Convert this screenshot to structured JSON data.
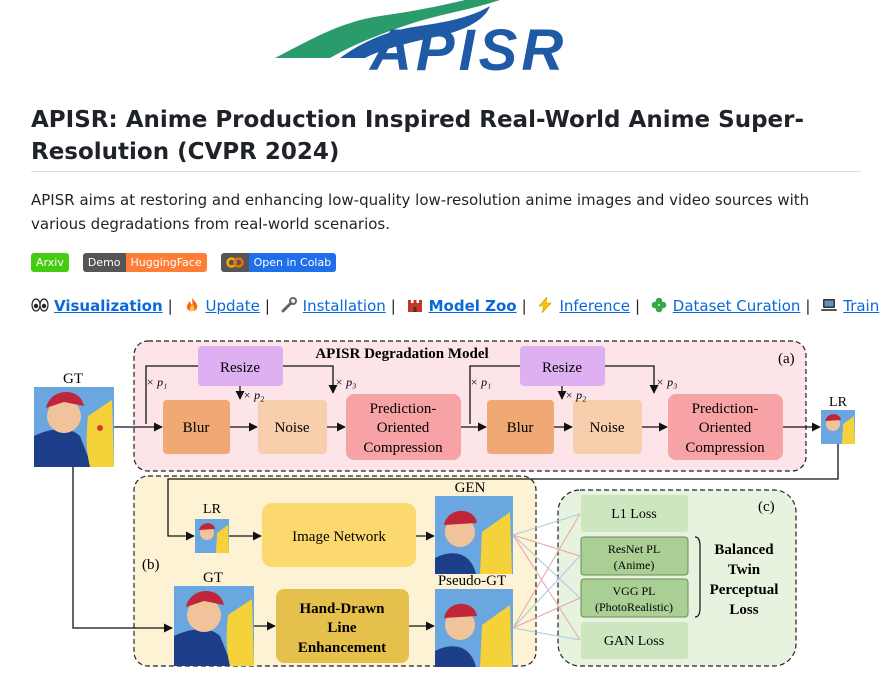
{
  "logo": {
    "text": "APISR"
  },
  "title": "APISR: Anime Production Inspired Real-World Anime Super-Resolution (CVPR 2024)",
  "description": "APISR aims at restoring and enhancing low-quality low-resolution anime images and video sources with various degradations from real-world scenarios.",
  "badges": [
    {
      "label": "Arxiv",
      "color": "#4c1"
    },
    {
      "label": "Demo",
      "value": "HuggingFace",
      "label_color": "#555",
      "value_color": "#fe7d37"
    },
    {
      "label": "Open in Colab",
      "label_color": "#555",
      "value_color": "#1f6feb"
    }
  ],
  "nav": [
    {
      "icon": "eyes-icon",
      "label": "Visualization",
      "bold": true
    },
    {
      "icon": "fire-icon",
      "label": "Update",
      "bold": false
    },
    {
      "icon": "wrench-icon",
      "label": "Installation",
      "bold": false
    },
    {
      "icon": "castle-icon",
      "label": "Model Zoo",
      "bold": true
    },
    {
      "icon": "lightning-icon",
      "label": "Inference",
      "bold": false
    },
    {
      "icon": "clover-icon",
      "label": "Dataset Curation",
      "bold": false
    },
    {
      "icon": "computer-icon",
      "label": "Train",
      "bold": false
    }
  ],
  "separator": "|",
  "figure": {
    "panel_a_title": "APISR Degradation Model",
    "panel_a_tag": "(a)",
    "panel_b_tag": "(b)",
    "panel_c_tag": "(c)",
    "gt": "GT",
    "lr": "LR",
    "gen": "GEN",
    "pseudo_gt": "Pseudo-GT",
    "resize": "Resize",
    "blur": "Blur",
    "noise": "Noise",
    "compression": [
      "Prediction-",
      "Oriented",
      "Compression"
    ],
    "p1": "× p₁",
    "p2": "× p₂",
    "p3": "× p₃",
    "image_network": "Image Network",
    "hand_drawn": [
      "Hand-Drawn",
      "Line",
      "Enhancement"
    ],
    "l1_loss": "L1 Loss",
    "resnet_pl": [
      "ResNet PL",
      "(Anime)"
    ],
    "vgg_pl": [
      "VGG PL",
      "(PhotoRealistic)"
    ],
    "gan_loss": "GAN Loss",
    "balanced": [
      "Balanced",
      "Twin",
      "Perceptual",
      "Loss"
    ]
  },
  "colors": {
    "link": "#0969da",
    "panel_a_bg": "#fde4e9",
    "panel_b_bg": "#fdf3d4",
    "panel_c_bg": "#e8f3df",
    "resize": "#deb0f2",
    "blur": "#f0a874",
    "noise": "#f7cfad",
    "compression": "#f7a2a5",
    "image_network": "#fcd96e",
    "hand_drawn": "#e6c04d",
    "loss_box": "#cde6bf",
    "pl_box": "#a9cf94"
  }
}
